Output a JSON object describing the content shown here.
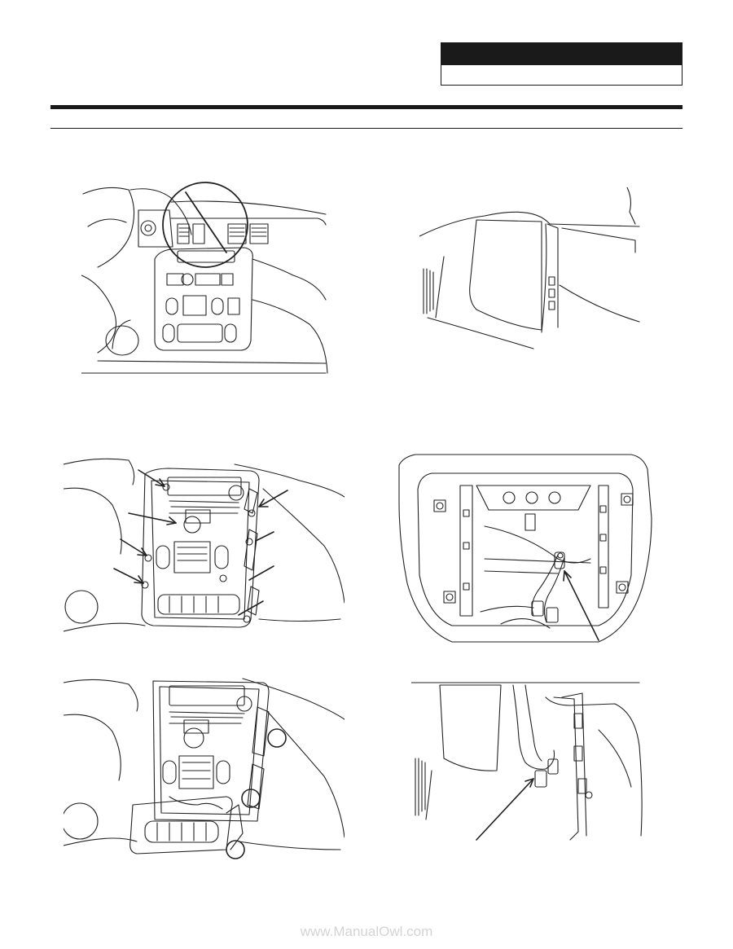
{
  "header": {
    "title_box_text": "",
    "subtitle_box_text": ""
  },
  "figures": [
    {
      "name": "dash-vent-circle-figure",
      "callouts": []
    },
    {
      "name": "side-panel-figure",
      "callouts": []
    },
    {
      "name": "radio-bezel-screws-figure",
      "callouts": []
    },
    {
      "name": "bezel-cavity-connector-figure",
      "callouts": []
    },
    {
      "name": "bezel-removal-figure",
      "callouts": [
        "",
        "",
        ""
      ]
    },
    {
      "name": "harness-connector-figure",
      "callouts": []
    }
  ],
  "footer": {
    "watermark": "www.ManualOwl.com"
  }
}
